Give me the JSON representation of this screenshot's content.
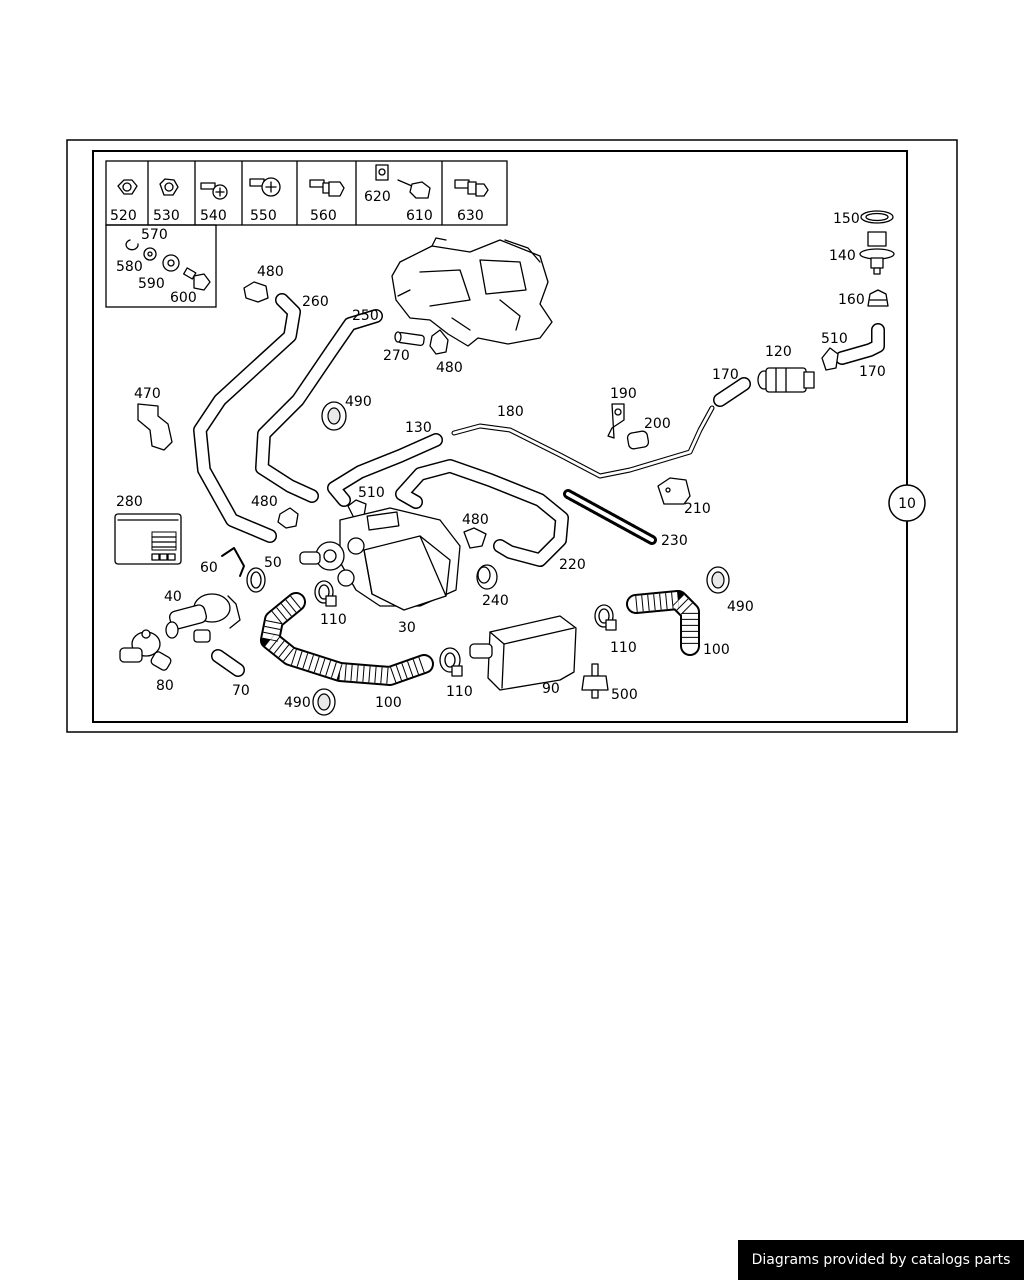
{
  "diagram": {
    "thumbnails_row1": [
      {
        "label": "520",
        "icon": "nut-icon"
      },
      {
        "label": "530",
        "icon": "nut-icon"
      },
      {
        "label": "540",
        "icon": "screw-icon"
      },
      {
        "label": "550",
        "icon": "screw-icon"
      },
      {
        "label": "560",
        "icon": "bolt-icon"
      },
      {
        "label_a": "620",
        "label_b": "610",
        "icon": "clip-bolt-icon"
      },
      {
        "label": "630",
        "icon": "bolt-icon"
      }
    ],
    "thumbnails_row2": [
      "570",
      "580",
      "590",
      "600"
    ],
    "part_labels": [
      {
        "id": "l150",
        "text": "150"
      },
      {
        "id": "l140",
        "text": "140"
      },
      {
        "id": "l160",
        "text": "160"
      },
      {
        "id": "l510a",
        "text": "510"
      },
      {
        "id": "l120",
        "text": "120"
      },
      {
        "id": "l170a",
        "text": "170"
      },
      {
        "id": "l170b",
        "text": "170"
      },
      {
        "id": "l480a",
        "text": "480"
      },
      {
        "id": "l260",
        "text": "260"
      },
      {
        "id": "l250",
        "text": "250"
      },
      {
        "id": "l270",
        "text": "270"
      },
      {
        "id": "l480b",
        "text": "480"
      },
      {
        "id": "l470",
        "text": "470"
      },
      {
        "id": "l490a",
        "text": "490"
      },
      {
        "id": "l190",
        "text": "190"
      },
      {
        "id": "l200",
        "text": "200"
      },
      {
        "id": "l180",
        "text": "180"
      },
      {
        "id": "l130",
        "text": "130"
      },
      {
        "id": "l280",
        "text": "280"
      },
      {
        "id": "l480c",
        "text": "480"
      },
      {
        "id": "l510b",
        "text": "510"
      },
      {
        "id": "l480d",
        "text": "480"
      },
      {
        "id": "l210",
        "text": "210"
      },
      {
        "id": "l230",
        "text": "230"
      },
      {
        "id": "l220",
        "text": "220"
      },
      {
        "id": "l60",
        "text": "60"
      },
      {
        "id": "l50",
        "text": "50"
      },
      {
        "id": "l40",
        "text": "40"
      },
      {
        "id": "l240",
        "text": "240"
      },
      {
        "id": "l490b",
        "text": "490"
      },
      {
        "id": "l110a",
        "text": "110"
      },
      {
        "id": "l30",
        "text": "30"
      },
      {
        "id": "l110b",
        "text": "110"
      },
      {
        "id": "l100a",
        "text": "100"
      },
      {
        "id": "l80",
        "text": "80"
      },
      {
        "id": "l70",
        "text": "70"
      },
      {
        "id": "l110c",
        "text": "110"
      },
      {
        "id": "l90",
        "text": "90"
      },
      {
        "id": "l500",
        "text": "500"
      },
      {
        "id": "l490c",
        "text": "490"
      },
      {
        "id": "l100b",
        "text": "100"
      }
    ],
    "section_marker": "10"
  },
  "credit": "Diagrams provided by catalogs parts"
}
